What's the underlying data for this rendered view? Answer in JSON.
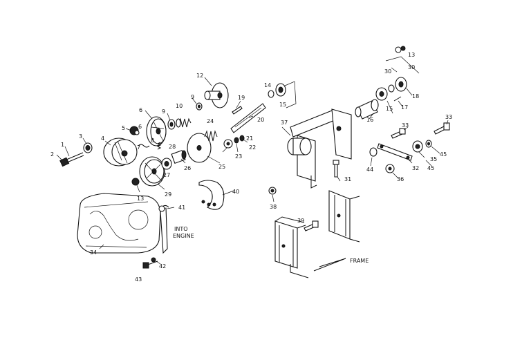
{
  "diagram": {
    "labels": {
      "p1": "1",
      "p2": "2",
      "p3": "3",
      "p4": "4",
      "p5": "5",
      "p6a": "6",
      "p6b": "6",
      "p7": "7",
      "p8": "8",
      "p9a": "9",
      "p9b": "9",
      "p10": "10",
      "p12": "12",
      "p13a": "13",
      "p13b": "13",
      "p14": "14",
      "p15a": "15",
      "p15b": "15",
      "p16": "16",
      "p17": "17",
      "p18": "18",
      "p19": "19",
      "p20": "20",
      "p21": "21",
      "p22": "22",
      "p23": "23",
      "p24": "24",
      "p25": "25",
      "p26": "26",
      "p27": "27",
      "p28": "28",
      "p29": "29",
      "p30a": "30",
      "p30b": "30",
      "p31": "31",
      "p32": "32",
      "p33a": "33",
      "p33b": "33",
      "p34": "34",
      "p35": "35",
      "p36": "36",
      "p37": "37",
      "p38": "38",
      "p39": "39",
      "p40": "40",
      "p41": "41",
      "p42": "42",
      "p43": "43",
      "p44": "44",
      "p45a": "45",
      "p45b": "45"
    },
    "callouts": {
      "into": "INTO",
      "engine": "ENGINE",
      "frame": "FRAME"
    }
  }
}
